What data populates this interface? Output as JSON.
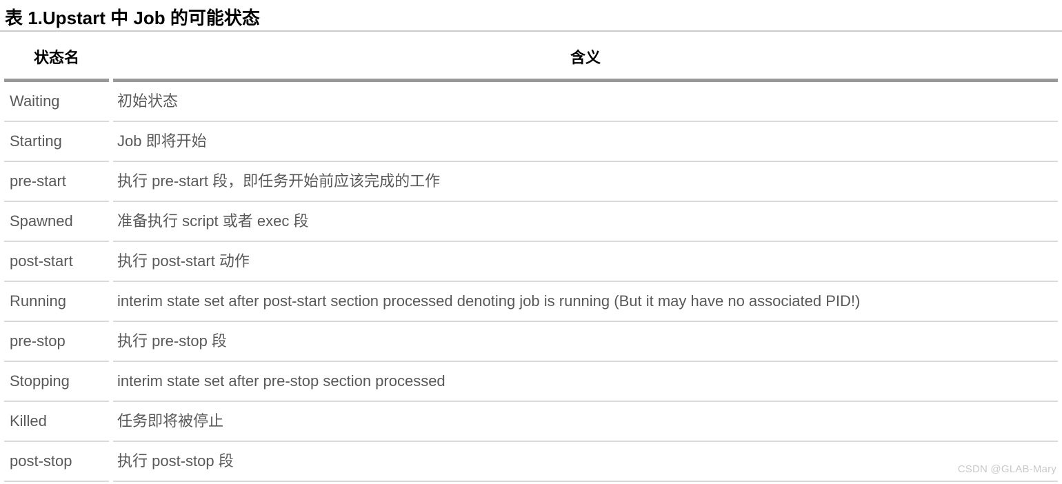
{
  "page": {
    "title": "表 1.Upstart 中 Job 的可能状态",
    "watermark": "CSDN @GLAB-Mary"
  },
  "table": {
    "columns": [
      {
        "key": "state",
        "label": "状态名"
      },
      {
        "key": "meaning",
        "label": "含义"
      }
    ],
    "rows": [
      {
        "state": "Waiting",
        "meaning": "初始状态"
      },
      {
        "state": "Starting",
        "meaning": "Job 即将开始"
      },
      {
        "state": "pre-start",
        "meaning": "执行 pre-start 段，即任务开始前应该完成的工作"
      },
      {
        "state": "Spawned",
        "meaning": "准备执行 script 或者 exec 段"
      },
      {
        "state": "post-start",
        "meaning": "执行 post-start 动作"
      },
      {
        "state": "Running",
        "meaning": "interim state set after post-start section processed denoting job is running (But it may have no associated PID!)"
      },
      {
        "state": "pre-stop",
        "meaning": "执行 pre-stop 段"
      },
      {
        "state": "Stopping",
        "meaning": "interim state set after pre-stop section processed"
      },
      {
        "state": "Killed",
        "meaning": "任务即将被停止"
      },
      {
        "state": "post-stop",
        "meaning": "执行 post-stop 段"
      }
    ]
  },
  "colors": {
    "title_text": "#000000",
    "header_text": "#000000",
    "body_text": "#595959",
    "thick_rule": "#999999",
    "thin_rule": "#d9d9d9",
    "title_rule": "#cccccc",
    "watermark": "#c9c9c9",
    "background": "#ffffff"
  }
}
